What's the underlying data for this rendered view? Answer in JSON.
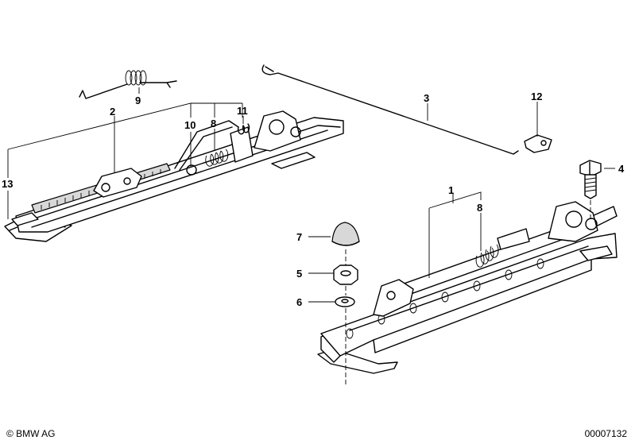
{
  "callouts": {
    "c1": "1",
    "c2": "2",
    "c3": "3",
    "c4": "4",
    "c5": "5",
    "c6": "6",
    "c7": "7",
    "c8a": "8",
    "c8b": "8",
    "c9": "9",
    "c10": "10",
    "c11": "11",
    "c12": "12",
    "c13": "13"
  },
  "footer": {
    "copyright": "© BMW AG",
    "doc_number": "00007132"
  }
}
